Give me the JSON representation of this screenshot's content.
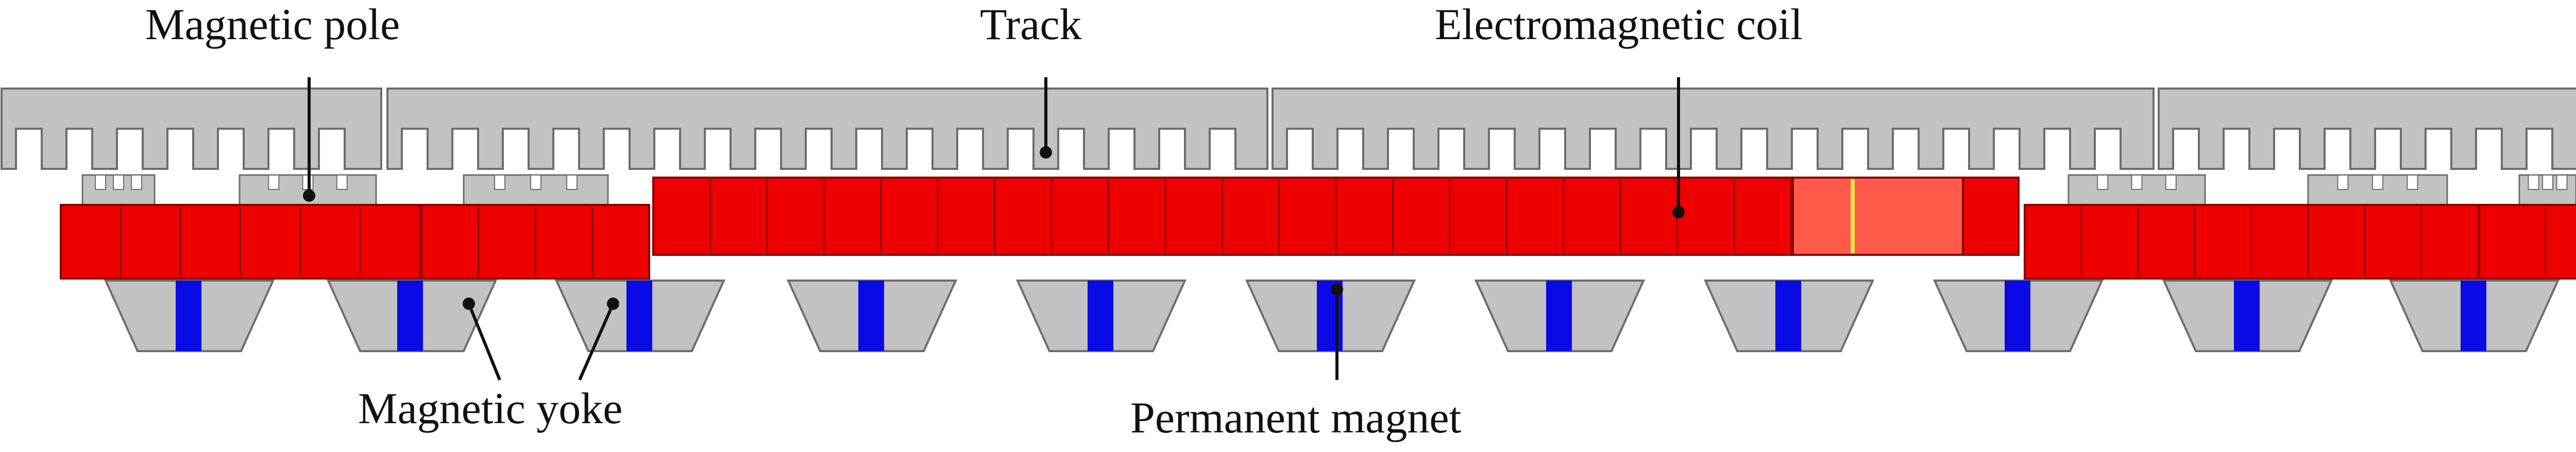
{
  "labels": {
    "magnetic_pole": "Magnetic pole",
    "track": "Track",
    "electromagnetic_coil": "Electromagnetic coil",
    "magnetic_yoke": "Magnetic yoke",
    "permanent_magnet": "Permanent magnet"
  },
  "colors": {
    "coil_red": "#ee0000",
    "coil_highlight": "#ff5a4a",
    "coil_seam": "#8a0000",
    "steel_gray": "#c2c2c2",
    "steel_edge": "#6d6d6d",
    "magnet_blue": "#0a0ae6",
    "weld_yellow": "#ffe14a",
    "leader": "#111111"
  }
}
